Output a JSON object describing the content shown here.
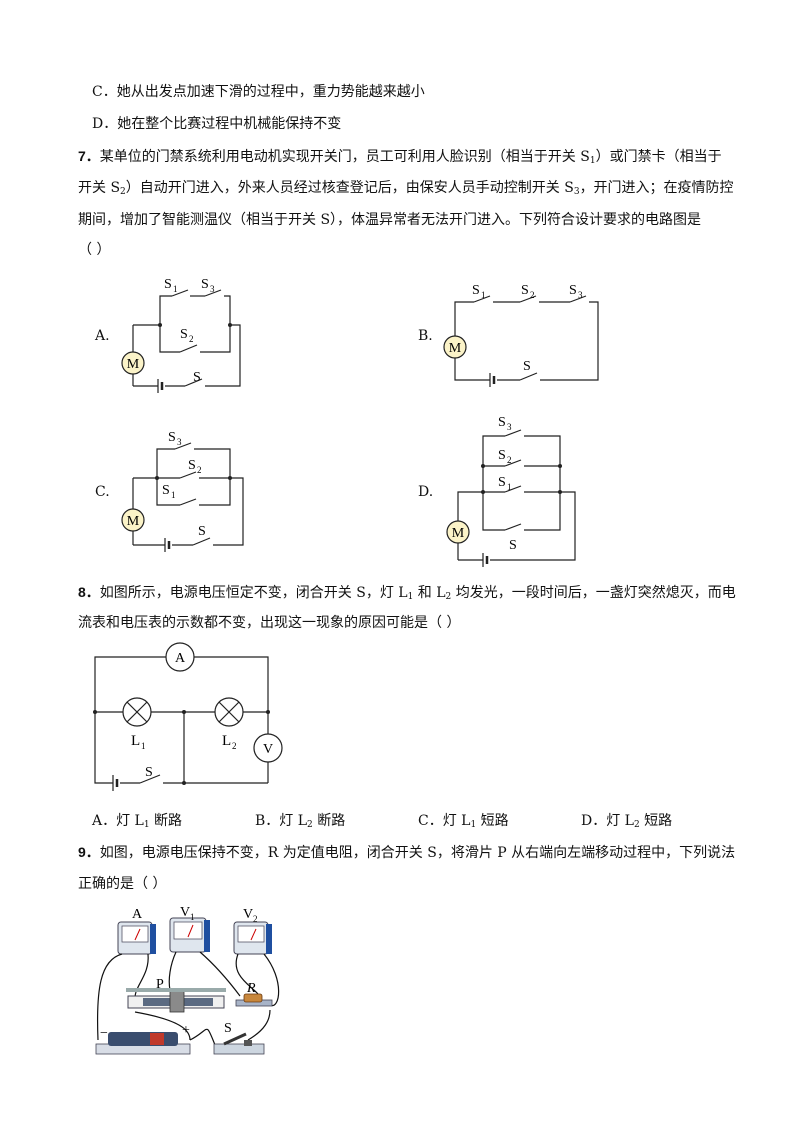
{
  "q6": {
    "optC": "C．她从出发点加速下滑的过程中，重力势能越来越小",
    "optD": "D．她在整个比赛过程中机械能保持不变"
  },
  "q7": {
    "num": "7．",
    "line1": "某单位的门禁系统利用电动机实现开关门，员工可利用人脸识别（相当于开关 S",
    "line1_sub": "1",
    "line1_b": "）或门禁卡（相当于",
    "line2_a": "开关 S",
    "line2_sub": "2",
    "line2_b": "）自动开门进入，外来人员经过核查登记后，由保安人员手动控制开关 S",
    "line2_sub2": "3",
    "line2_c": "，开门进入；在疫情防控",
    "line3": "期间，增加了智能测温仪（相当于开关 S），体温异常者无法开门进入。下列符合设计要求的电路图是",
    "line4": "（        ）",
    "labels": {
      "A": "A.",
      "B": "B.",
      "C": "C.",
      "D": "D."
    },
    "motor": "M",
    "s": "S",
    "s1": "S",
    "s2": "S",
    "s3": "S",
    "sub1": "1",
    "sub2": "2",
    "sub3": "3"
  },
  "q8": {
    "num": "8．",
    "line1_a": "如图所示，电源电压恒定不变，闭合开关 S，灯 L",
    "line1_sub1": "1",
    "line1_b": " 和 L",
    "line1_sub2": "2",
    "line1_c": " 均发光，一段时间后，一盏灯突然熄灭，而电",
    "line2": "流表和电压表的示数都不变，出现这一现象的原因可能是（        ）",
    "ammeter": "A",
    "voltmeter": "V",
    "lamp1": "L",
    "lamp2": "L",
    "switch": "S",
    "options": [
      {
        "pre": "A．灯 L",
        "sub": "1",
        "post": " 断路"
      },
      {
        "pre": "B．灯 L",
        "sub": "2",
        "post": " 断路"
      },
      {
        "pre": "C．灯 L",
        "sub": "1",
        "post": " 短路"
      },
      {
        "pre": "D．灯 L",
        "sub": "2",
        "post": " 短路"
      }
    ]
  },
  "q9": {
    "num": "9．",
    "line1": "如图，电源电压保持不变，R 为定值电阻，闭合开关 S，将滑片 P 从右端向左端移动过程中，下列说法",
    "line2": "正确的是（        ）",
    "meterA": "A",
    "meterV1": "V",
    "meterV1_sub": "1",
    "meterV2": "V",
    "meterV2_sub": "2",
    "slider": "P",
    "resistor": "R",
    "switch": "S",
    "minus": "−",
    "plus": "+"
  }
}
